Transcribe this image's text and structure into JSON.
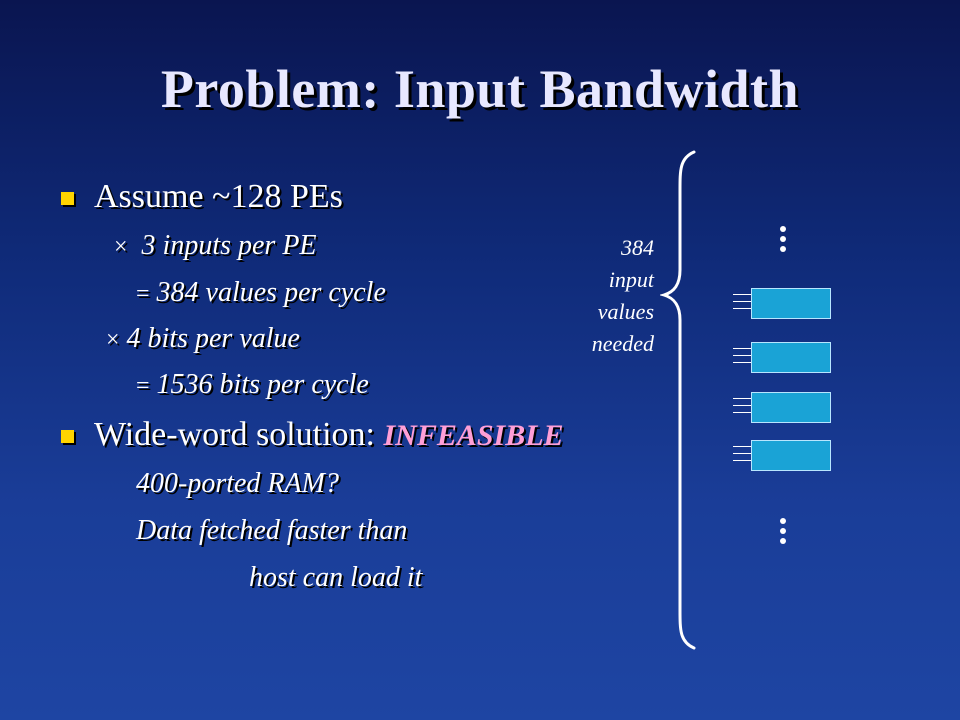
{
  "title": "Problem: Input Bandwidth",
  "bullets": [
    {
      "text": "Assume ~128 PEs",
      "subs": [
        {
          "op": "×",
          "text": "3 inputs per PE"
        },
        {
          "op": "=",
          "text": "384 values per cycle"
        },
        {
          "op": "×",
          "text": "4 bits per value"
        },
        {
          "op": "=",
          "text": "1536 bits per cycle"
        }
      ]
    },
    {
      "text": "Wide-word solution:",
      "emphasis": "INFEASIBLE",
      "emphasis_color": "#ff9fd6",
      "subs": [
        {
          "text": "400-ported RAM?"
        },
        {
          "text": "Data fetched faster than"
        },
        {
          "text": "host can load it"
        }
      ]
    }
  ],
  "side_label": [
    "384",
    "input",
    "values",
    "needed"
  ],
  "colors": {
    "bullet": "#ffd400",
    "pe_box": "#1aa3d6",
    "background_top": "#0a1550",
    "background_bottom": "#1e45a3"
  },
  "icons": {
    "bullet": "square-bullet-icon",
    "brace": "curly-brace-icon",
    "ellipsis": "vertical-ellipsis-icon"
  }
}
